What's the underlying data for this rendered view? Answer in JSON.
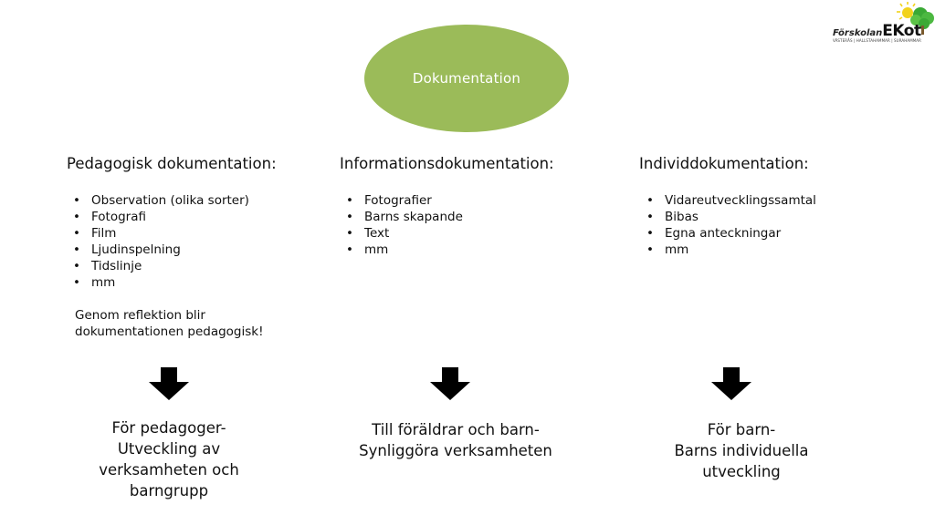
{
  "center": {
    "label": "Dokumentation",
    "color": "#9bbb59"
  },
  "logo": {
    "name_small": "Förskolan",
    "name_big": "EKot",
    "tagline": "VÄSTERÅS | HALLSTAHAMMAR | SURAHAMMAR"
  },
  "columns": [
    {
      "heading": "Pedagogisk dokumentation:",
      "items": [
        "Observation (olika sorter)",
        "Fotografi",
        "Film",
        "Ljudinspelning",
        "Tidslinje",
        "mm"
      ],
      "note": "Genom reflektion blir dokumentationen pedagogisk!",
      "result": [
        "För pedagoger-",
        "Utveckling av",
        "verksamheten och",
        "barngrupp"
      ]
    },
    {
      "heading": "Informationsdokumentation:",
      "items": [
        "Fotografier",
        "Barns skapande",
        "Text",
        "mm"
      ],
      "result": [
        "Till föräldrar och barn-",
        "Synliggöra verksamheten"
      ]
    },
    {
      "heading": "Individdokumentation:",
      "items": [
        "Vidareutvecklingssamtal",
        "Bibas",
        "Egna anteckningar",
        "mm"
      ],
      "result": [
        "För barn-",
        "Barns individuella",
        "utveckling"
      ]
    }
  ]
}
